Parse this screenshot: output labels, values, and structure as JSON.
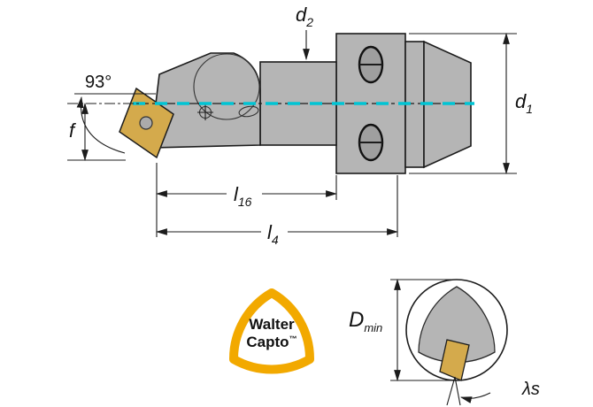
{
  "colors": {
    "body_gray": "#b5b5b5",
    "detail_gray": "#9f9f9f",
    "insert_gold": "#d4aa4c",
    "screw_gray": "#ababab",
    "centerline_cyan": "#00c4d4",
    "logo_gold": "#f2a900",
    "white": "#ffffff"
  },
  "labels": {
    "d2_base": "d",
    "d2_sub": "2",
    "angle_93": "93°",
    "f": "f",
    "d1_base": "d",
    "d1_sub": "1",
    "l16_base": "l",
    "l16_sub": "16",
    "l4_base": "l",
    "l4_sub": "4",
    "dmin_base": "D",
    "dmin_sub": "min",
    "lambda_s": "λs"
  },
  "logo": {
    "line1": "Walter",
    "line2": "Capto",
    "trademark": "™"
  }
}
